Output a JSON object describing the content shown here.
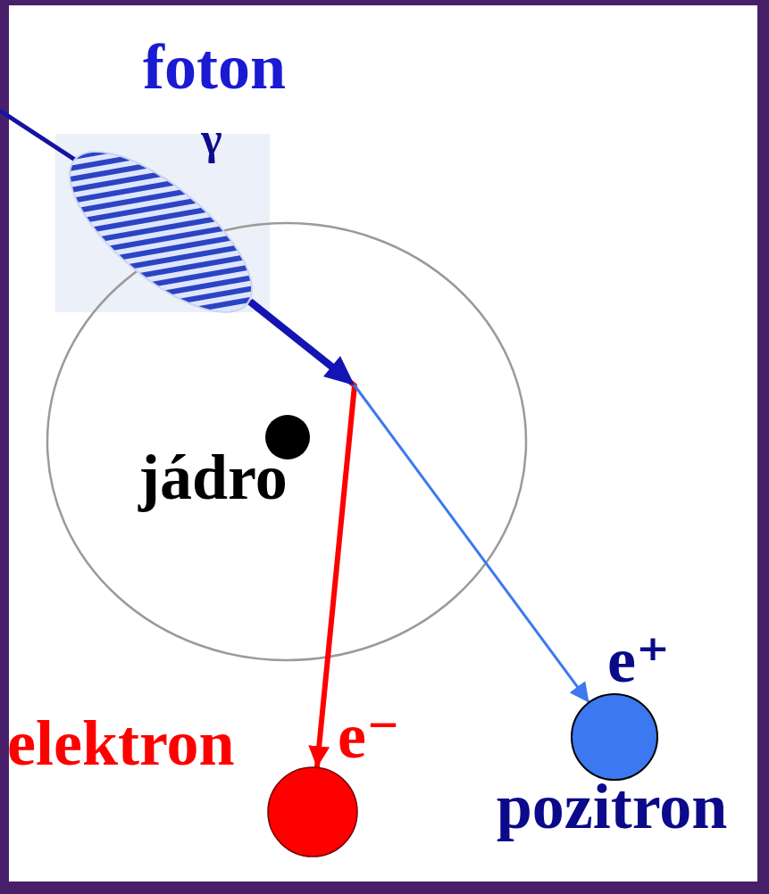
{
  "diagram": {
    "nodes": [
      {
        "text": [
          "foton",
          "γ"
        ]
      },
      {
        "text": [
          "jádro"
        ]
      },
      {
        "text": [
          "elektron",
          "e⁻"
        ]
      },
      {
        "text": [
          "e⁺",
          "pozitron"
        ]
      }
    ],
    "edges": [
      {
        "from": 0,
        "to": 2,
        "arrow": "to"
      },
      {
        "from": 0,
        "to": 3,
        "arrow": "to"
      }
    ]
  }
}
